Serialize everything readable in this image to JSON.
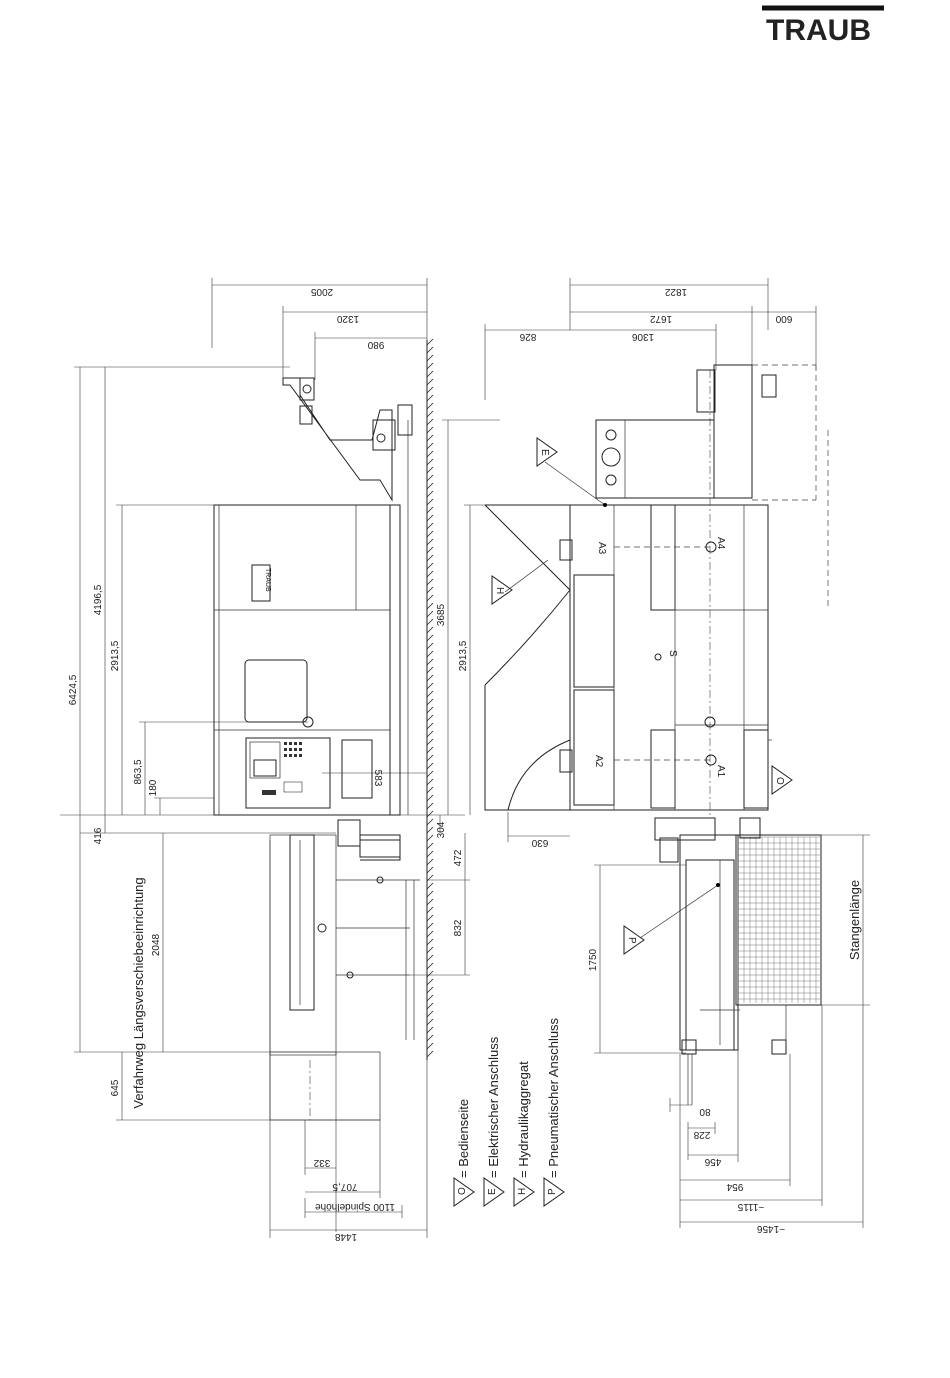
{
  "brand": {
    "logo_text": "TRAUB"
  },
  "dimensions": {
    "d2005": "2005",
    "d1320": "1320",
    "d980": "980",
    "d1822": "1822",
    "d826": "826",
    "d1306": "1306",
    "d1672": "1672",
    "d600": "600",
    "d6424_5": "6424,5",
    "d4196_5": "4196,5",
    "d2913_5_left": "2913,5",
    "d863_5": "863,5",
    "d180": "180",
    "d416": "416",
    "d3685": "3685",
    "d2913_5_mid": "2913,5",
    "d583": "583",
    "d304": "304",
    "d630": "630",
    "d472": "472",
    "d832": "832",
    "d1750": "1750",
    "d2048": "2048",
    "d645": "645",
    "d332": "332",
    "d707_5": "707,5",
    "d1100_spindle": "1100 Spindelhöhe",
    "d1448": "1448",
    "d80": "80",
    "d228": "228",
    "d456": "456",
    "d954": "954",
    "d1115": "~1115",
    "d1456": "~1456"
  },
  "labels": {
    "verfahrweg": "Verfahrweg Längsverschiebeeinrichtung",
    "stangenlaenge": "Stangenlänge",
    "panel_brand": "TRAUB"
  },
  "markers": {
    "A1": "A1",
    "A2": "A2",
    "A3": "A3",
    "A4": "A4",
    "S": "S",
    "O": "O",
    "E": "E",
    "H": "H",
    "P": "P"
  },
  "legend": [
    {
      "symbol": "O",
      "text": "= Bedienseite"
    },
    {
      "symbol": "E",
      "text": "= Elektrischer Anschluss"
    },
    {
      "symbol": "H",
      "text": "= Hydraulikaggregat"
    },
    {
      "symbol": "P",
      "text": "= Pneumatischer Anschluss"
    }
  ]
}
